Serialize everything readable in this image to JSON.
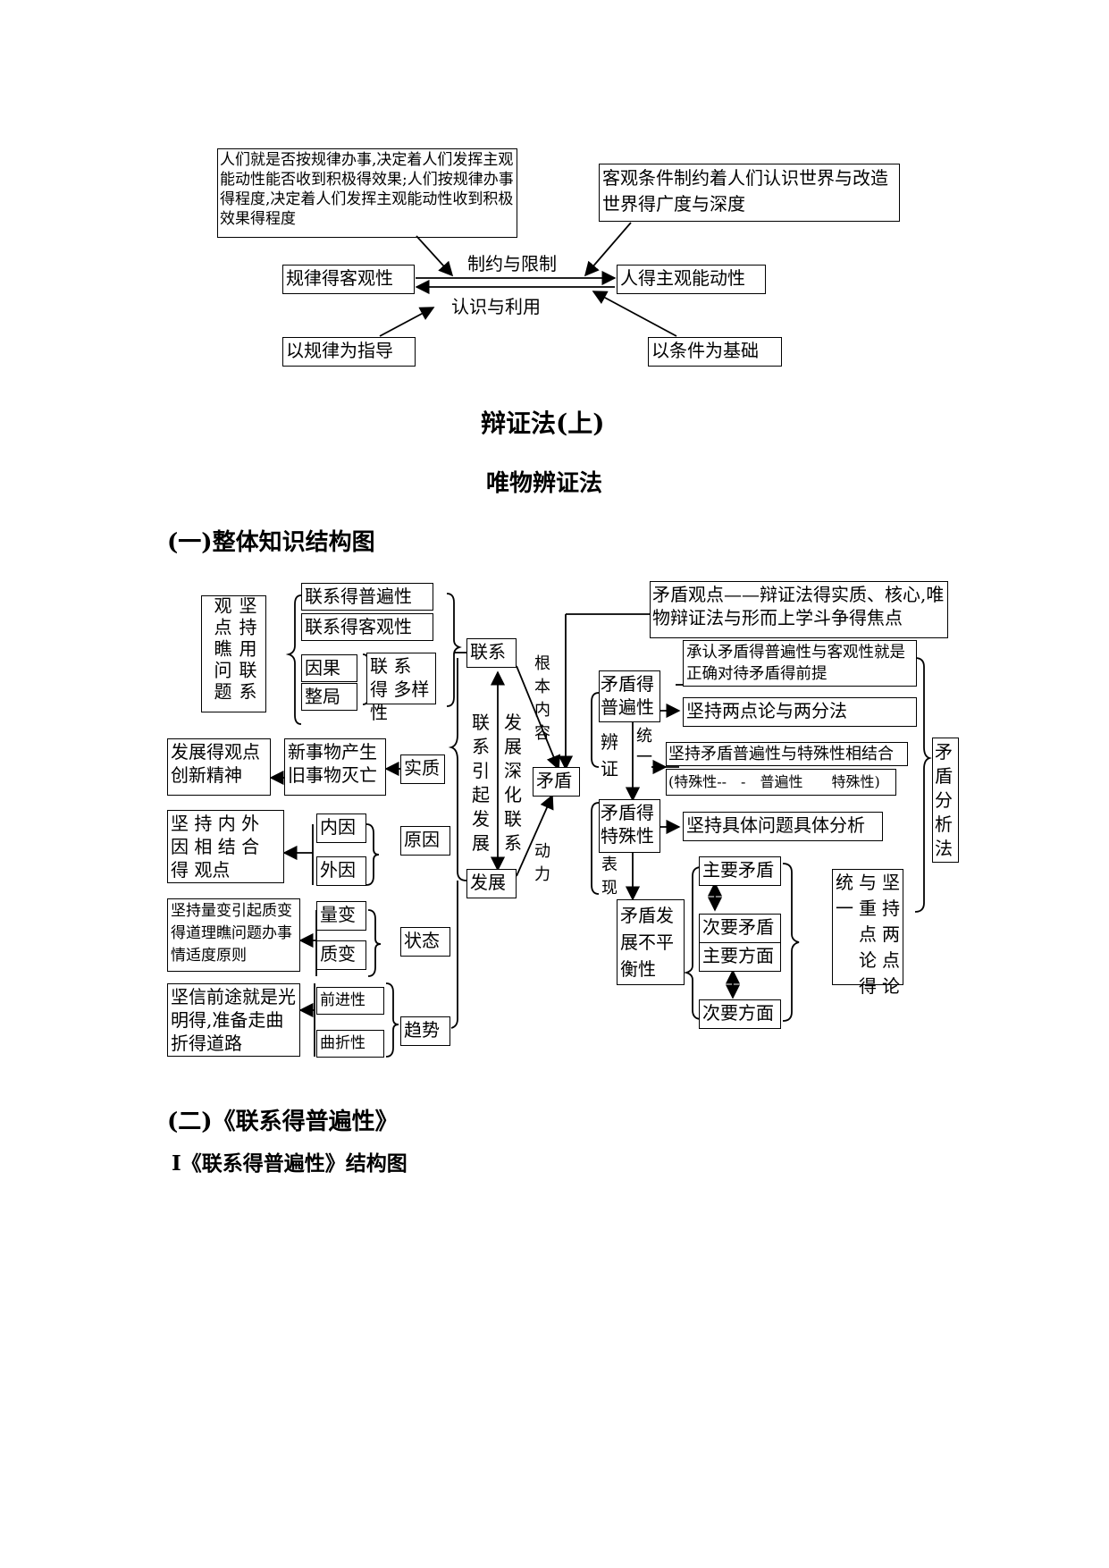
{
  "top_diagram": {
    "box_people_rule": "人们就是否按规律办事,决定着人们发挥主观能动性能否收到积极得效果;人们按规律办事得程度,决定着人们发挥主观能动性收到积极效果得程度",
    "box_objective_conditions": "客观条件制约着人们认识世界与改造世界得广度与深度",
    "box_law_objectivity": "规律得客观性",
    "box_human_initiative": "人得主观能动性",
    "label_restrict": "制约与限制",
    "label_recognize": "认识与利用",
    "box_law_guide": "以规律为指导",
    "box_condition_base": "以条件为基础"
  },
  "title_main": "辩证法(上)",
  "title_sub": "唯物辨证法",
  "section1_heading": "(一)整体知识结构图",
  "map": {
    "view_connection": "坚持用联系观点瞧问题",
    "univ": "联系得普遍性",
    "objective": "联系得客观性",
    "cause": "因果",
    "whole": "整局",
    "diversity": "联 系 得 多样性",
    "connection": "联系",
    "root_content": "根本内容",
    "dev_deepen": "发展深化联系",
    "conn_cause_dev": "联系引起发展",
    "contradiction": "矛盾",
    "power": "动力",
    "development": "发展",
    "dev_view": "发展得观点创新精神",
    "new_old": "新事物产生旧事物灭亡",
    "essence": "实质",
    "inner_outer_view": "坚 持 内 外 因 相 结 合 得 观点",
    "inner": "内因",
    "outer": "外因",
    "reason": "原因",
    "quant_qual_view": "坚持量变引起质变得道理瞧问题办事情适度原则",
    "quant": "量变",
    "qual": "质变",
    "state": "状态",
    "future_view": "坚信前途就是光明得,准备走曲折得道路",
    "progressive": "前进性",
    "tortuous": "曲折性",
    "trend": "趋势",
    "contra_view": "矛盾观点——辩证法得实质、核心,唯物辩证法与形而上学斗争得焦点",
    "contra_univ": "矛盾得普遍性",
    "admit_univ": "承认矛盾得普遍性与客观性就是正确对待矛盾得前提",
    "two_points": "坚持两点论与两分法",
    "dialectic": "辨证",
    "unity": "统一",
    "combine": "坚持矛盾普遍性与特殊性相结合",
    "particular_formula": "(特殊性--　-　普遍性　　特殊性)",
    "contra_particular": "矛盾得特殊性",
    "concrete": "坚持具体问题具体分析",
    "contra_analysis": "矛盾分析法",
    "manifest": "表现",
    "uneven": "矛盾发展不平衡性",
    "main_contra": "主要矛盾",
    "secondary_contra": "次要矛盾",
    "main_aspect": "主要方面",
    "secondary_aspect": "次要方面",
    "unify_col1": "统一",
    "unify_col2": "与重点论得",
    "unify_col3": "坚持两点论"
  },
  "section2_heading": "(二)《联系得普遍性》",
  "section2_sub": "Ⅰ《联系得普遍性》结构图"
}
